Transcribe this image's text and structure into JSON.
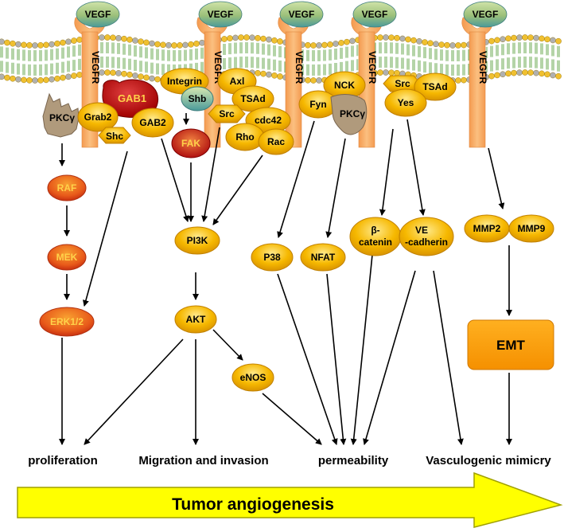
{
  "ligand": {
    "label": "VEGF"
  },
  "receptor": {
    "label": "VEGFR"
  },
  "membrane_cols": {
    "head_outer": "#f0c030",
    "head_inner": "#b0b0b0",
    "tail": "#6aa84f"
  },
  "nodes": {
    "pkc1": "PKCγ",
    "gab1": "GAB1",
    "grab2": "Grab2",
    "shc": "Shc",
    "gab2": "GAB2",
    "raf": "RAF",
    "mek": "MEK",
    "erk": "ERK1/2",
    "integrin": "Integrin",
    "shb": "Shb",
    "axl": "Axl",
    "tsad1": "TSAd",
    "src1": "Src",
    "cdc42": "cdc42",
    "fak": "FAK",
    "rho": "Rho",
    "rac": "Rac",
    "pi3k": "PI3K",
    "akt": "AKT",
    "enos": "eNOS",
    "nck": "NCK",
    "fyn": "Fyn",
    "pkc2": "PKCγ",
    "src2": "Src",
    "tsad2": "TSAd",
    "yes": "Yes",
    "p38": "P38",
    "nfat": "NFAT",
    "bcat_1": "β-",
    "bcat_2": "catenin",
    "vecad_1": "VE",
    "vecad_2": "-cadherin",
    "mmp2": "MMP2",
    "mmp9": "MMP9",
    "emt": "EMT"
  },
  "outcomes": {
    "proliferation": "proliferation",
    "migration": "Migration and invasion",
    "permeability": "permeability",
    "vasculogenic": "Vasculogenic mimicry"
  },
  "banner": {
    "label": "Tumor angiogenesis"
  },
  "colors": {
    "node_yellow": "#f6b800",
    "node_red": "#e8541a",
    "gab1_red": "#c00000",
    "pkc_tan": "#b09a7c",
    "receptor_orange": "#f9b26a",
    "vegf_green": "#a8c880",
    "banner_yellow": "#ffff00"
  }
}
